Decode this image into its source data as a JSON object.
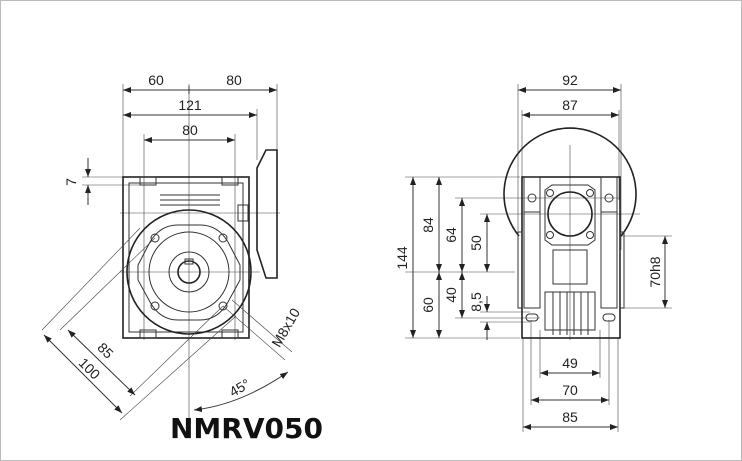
{
  "title": "NMRV050",
  "front_view": {
    "dims": {
      "top_left": "60",
      "top_right": "80",
      "overall_width": "121",
      "mount_width": "80",
      "flange_thickness": "7",
      "pcd_inner": "85",
      "pcd_outer": "100",
      "thread": "M8x10",
      "angle": "45°"
    }
  },
  "side_view": {
    "dims": {
      "width_outer": "92",
      "width_inner": "87",
      "height_total": "144",
      "height_upper": "84",
      "height_lower": "60",
      "hole_upper": "64",
      "hole_lower": "40",
      "center_offset": "50",
      "slot": "8,5",
      "pilot": "70h8",
      "base_inner": "49",
      "base_mid": "70",
      "base_outer": "85"
    }
  }
}
